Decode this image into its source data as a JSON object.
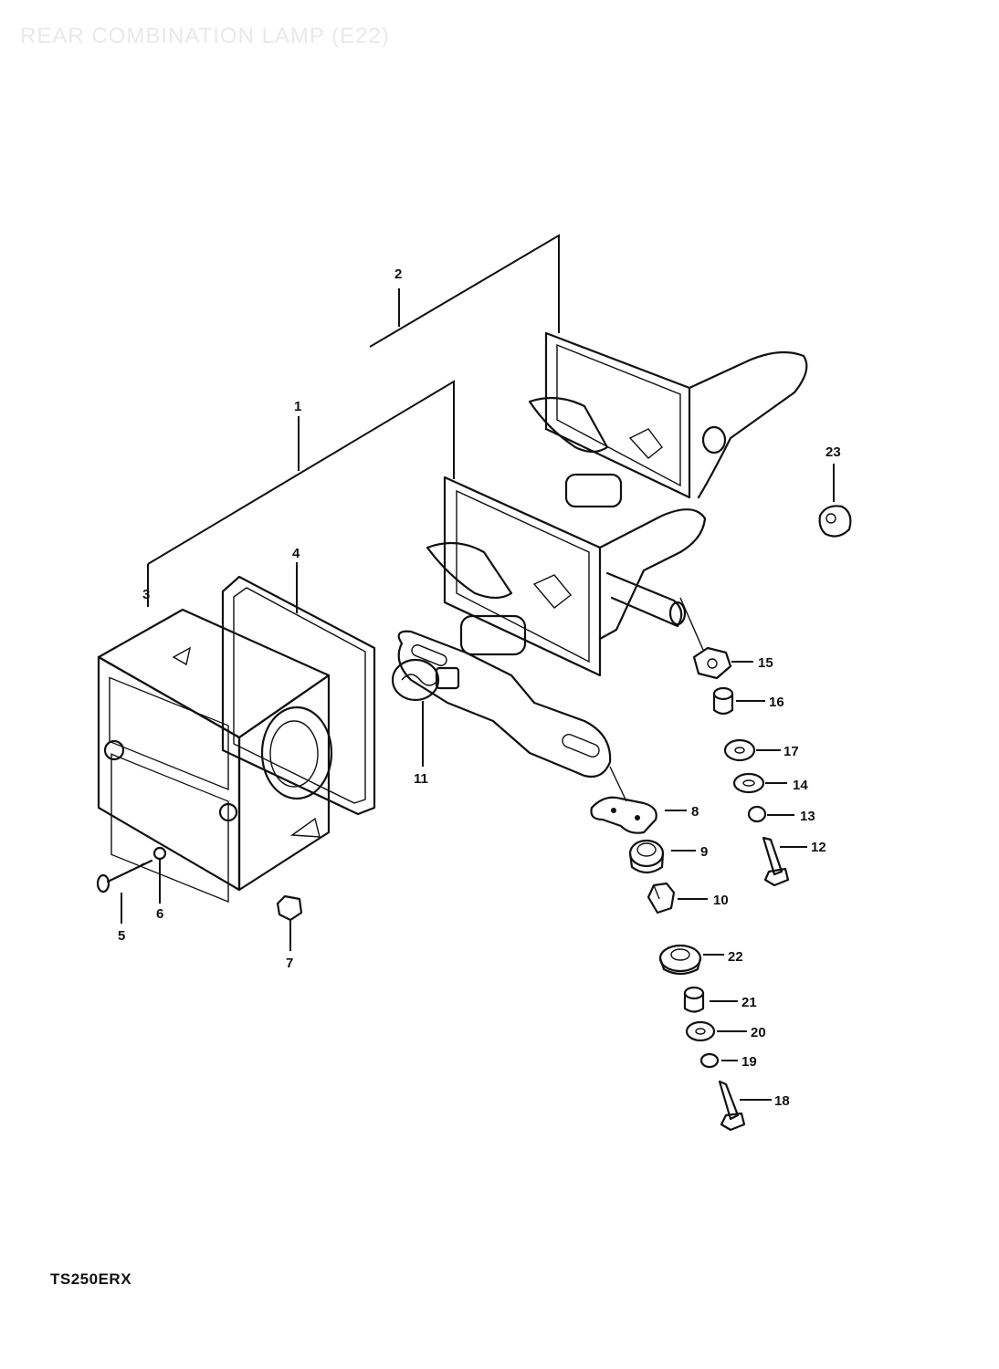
{
  "header": {
    "title": "REAR COMBINATION LAMP (E22)"
  },
  "footer": {
    "model": "TS250ERX"
  },
  "callouts": [
    "1",
    "2",
    "3",
    "4",
    "5",
    "6",
    "7",
    "8",
    "9",
    "10",
    "11",
    "12",
    "13",
    "14",
    "15",
    "16",
    "17",
    "18",
    "19",
    "20",
    "21",
    "22",
    "23"
  ]
}
